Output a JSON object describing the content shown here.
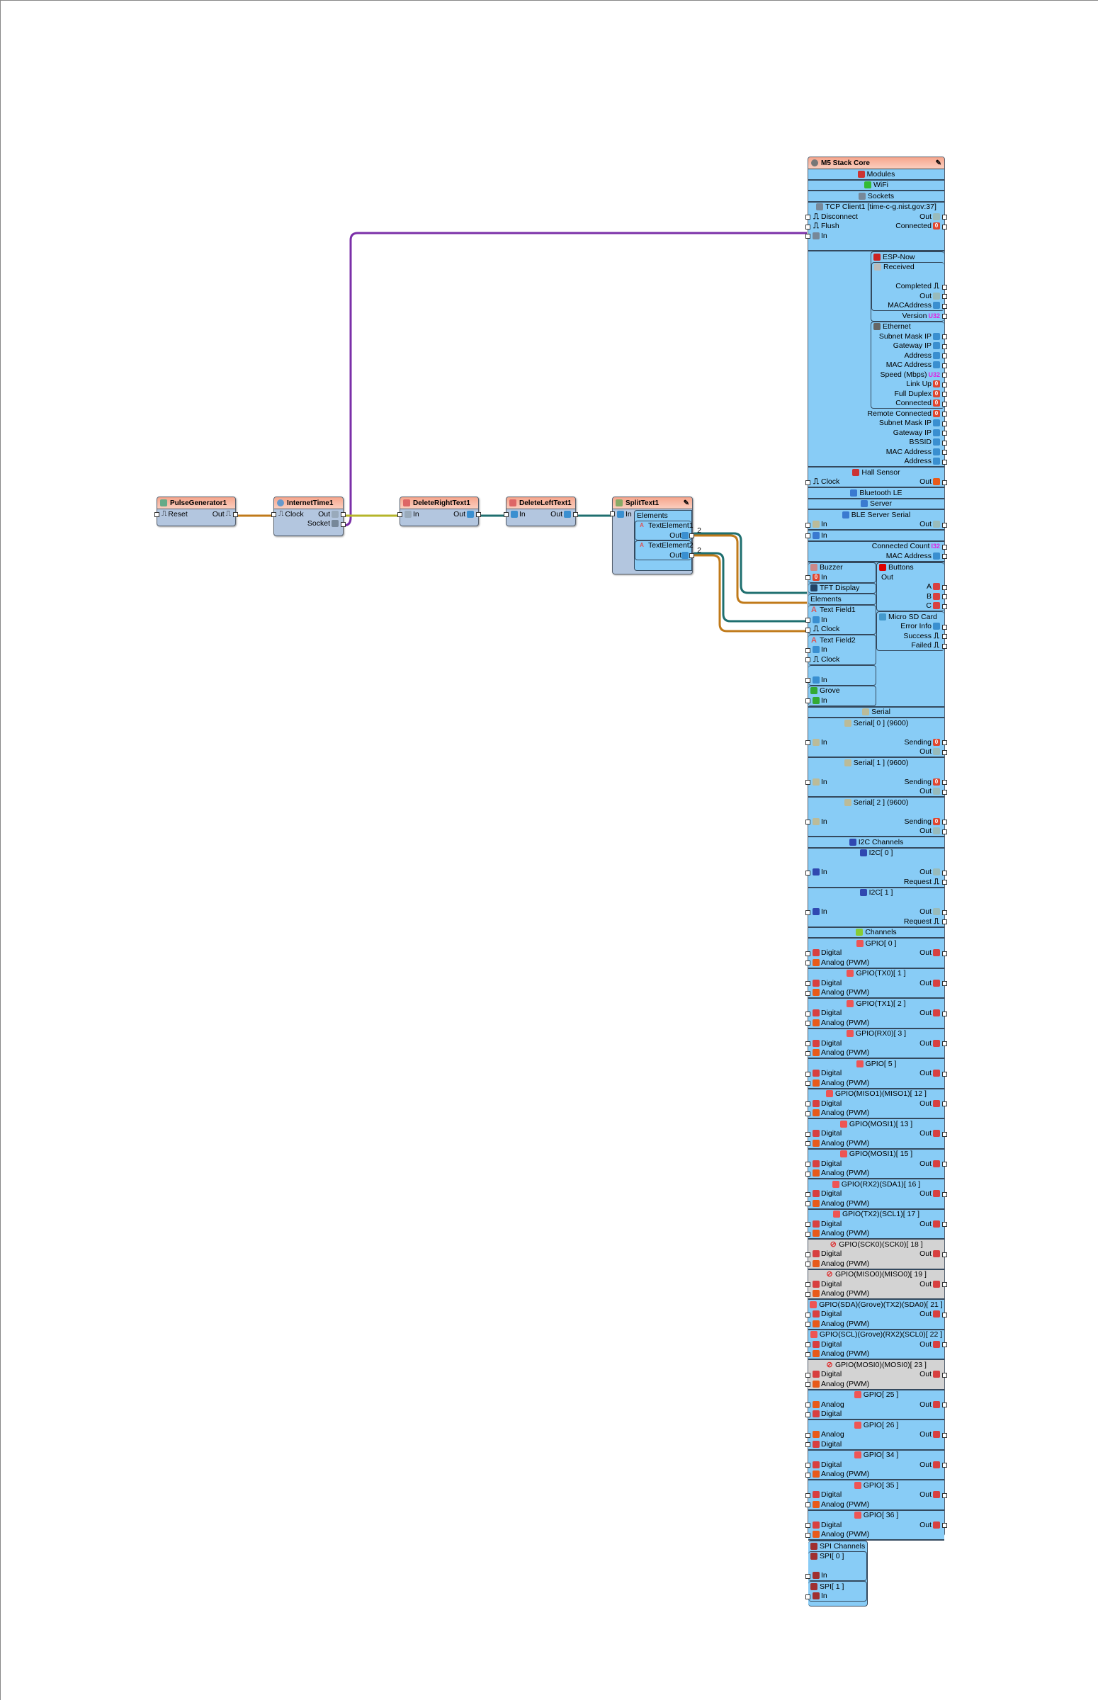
{
  "colors": {
    "header": "#f6a58c",
    "body": "#b3c6df",
    "m5_body": "#88ccf6",
    "wire_purple": "#7b2fa8",
    "wire_orange": "#c07a1a",
    "wire_yellow": "#b5b52a",
    "wire_teal": "#1f6f6f"
  },
  "components": {
    "pulse": {
      "title": "PulseGenerator1",
      "in": "Reset",
      "out": "Out"
    },
    "internet_time": {
      "title": "InternetTime1",
      "in": "Clock",
      "out": "Out",
      "out2": "Socket"
    },
    "delete_right": {
      "title": "DeleteRightText1",
      "in": "In",
      "out": "Out"
    },
    "delete_left": {
      "title": "DeleteLeftText1",
      "in": "In",
      "out": "Out"
    },
    "split": {
      "title": "SplitText1",
      "in": "In",
      "elements": "Elements",
      "e1": "TextElement1",
      "e1_out": "Out",
      "e2": "TextElement2",
      "e2_out": "Out",
      "count1": "2",
      "count2": "2"
    }
  },
  "m5": {
    "title": "M5 Stack Core",
    "sections": [
      {
        "type": "sec",
        "title": "Modules",
        "icon": "modules",
        "rows": []
      },
      {
        "type": "sec",
        "title": "WiFi",
        "icon": "wifi",
        "rows": []
      },
      {
        "type": "sec",
        "title": "Sockets",
        "icon": "socket",
        "rows": []
      },
      {
        "type": "sec",
        "title": "TCP Client1 [time-c-g.nist.gov:37]",
        "icon": "socket",
        "rows": [
          {
            "l": "Disconnect",
            "li": "clock",
            "r": "Out",
            "ri": "binary"
          },
          {
            "l": "Flush",
            "li": "clock",
            "r": "Connected",
            "ri": "bool"
          },
          {
            "l": "In",
            "li": "socket"
          },
          {}
        ]
      },
      {
        "type": "wifi-body",
        "panels": [
          {
            "title": "ESP-Now",
            "icon": "espnow",
            "sub": {
              "title": "Received",
              "rows": [
                {},
                {
                  "r": "Completed",
                  "ri": "clock"
                },
                {
                  "r": "Out",
                  "ri": "binary"
                },
                {
                  "r": "MACAddress",
                  "ri": "text"
                }
              ]
            },
            "rows": [
              {
                "r": "Version",
                "ri": "u32"
              }
            ]
          },
          {
            "title": "Ethernet",
            "icon": "ethernet",
            "rows": [
              {
                "r": "Subnet Mask IP",
                "ri": "text"
              },
              {
                "r": "Gateway IP",
                "ri": "text"
              },
              {
                "r": "Address",
                "ri": "text"
              },
              {
                "r": "MAC Address",
                "ri": "text"
              },
              {
                "r": "Speed (Mbps)",
                "ri": "u32"
              },
              {
                "r": "Link Up",
                "ri": "bool"
              },
              {
                "r": "Full Duplex",
                "ri": "bool"
              },
              {
                "r": "Connected",
                "ri": "bool"
              }
            ]
          }
        ],
        "rows": [
          {
            "r": "Remote Connected",
            "ri": "bool"
          },
          {
            "r": "Subnet Mask IP",
            "ri": "text"
          },
          {
            "r": "Gateway IP",
            "ri": "text"
          },
          {
            "r": "BSSID",
            "ri": "text"
          },
          {
            "r": "MAC Address",
            "ri": "text"
          },
          {
            "r": "Address",
            "ri": "text"
          }
        ]
      },
      {
        "type": "sec",
        "title": "Hall Sensor",
        "icon": "magnet",
        "rows": [
          {
            "l": "Clock",
            "li": "clock",
            "r": "Out",
            "ri": "analog"
          }
        ]
      },
      {
        "type": "sec",
        "title": "Bluetooth LE",
        "icon": "bt",
        "rows": []
      },
      {
        "type": "sec",
        "title": "Server",
        "icon": "bt",
        "rows": []
      },
      {
        "type": "sec",
        "title": "BLE Server Serial",
        "icon": "bt",
        "rows": [
          {
            "l": "In",
            "li": "serial",
            "r": "Out",
            "ri": "binary"
          }
        ]
      },
      {
        "type": "sec",
        "title": "",
        "rows": [
          {
            "l": "In",
            "li": "bt"
          }
        ]
      },
      {
        "type": "sec",
        "title": "",
        "rows": [
          {
            "r": "Connected Count",
            "ri": "i32"
          },
          {
            "r": "MAC Address",
            "ri": "text"
          }
        ]
      },
      {
        "type": "cols",
        "left": [
          {
            "title": "Buzzer",
            "icon": "buzzer",
            "rows": [
              {
                "l": "In",
                "li": "bool"
              }
            ]
          },
          {
            "title": "TFT Display",
            "icon": "tft",
            "rows": []
          },
          {
            "title": "Elements",
            "rows": []
          },
          {
            "title": "Text Field1",
            "icon": "abc",
            "rows": [
              {
                "l": "In",
                "li": "text"
              },
              {
                "l": "Clock",
                "li": "clock"
              }
            ]
          },
          {
            "title": "Text Field2",
            "icon": "abc",
            "rows": [
              {
                "l": "In",
                "li": "text"
              },
              {
                "l": "Clock",
                "li": "clock"
              }
            ]
          },
          {
            "title": "",
            "rows": [
              {},
              {
                "l": "In",
                "li": "text"
              }
            ]
          },
          {
            "title": "Grove",
            "icon": "grove",
            "rows": [
              {
                "l": "In",
                "li": "grove"
              }
            ]
          }
        ],
        "right": [
          {
            "title": "Buttons",
            "icon": "button",
            "rows": [
              {
                "l": "Out"
              },
              {
                "r": "A",
                "ri": "digital"
              },
              {
                "r": "B",
                "ri": "digital"
              },
              {
                "r": "C",
                "ri": "digital"
              }
            ]
          },
          {
            "title": "Micro SD Card",
            "icon": "sd",
            "rows": [
              {
                "r": "Error Info",
                "ri": "text"
              },
              {
                "r": "Success",
                "ri": "clock"
              },
              {
                "r": "Failed",
                "ri": "clock"
              }
            ]
          }
        ]
      },
      {
        "type": "sec",
        "title": "Serial",
        "icon": "serial",
        "rows": []
      },
      {
        "type": "sec",
        "title": "Serial[ 0 ] (9600)",
        "icon": "serial",
        "rows": [
          {},
          {
            "l": "In",
            "li": "serial",
            "r": "Sending",
            "ri": "bool"
          },
          {
            "r": "Out",
            "ri": "binary"
          }
        ]
      },
      {
        "type": "sec",
        "title": "Serial[ 1 ] (9600)",
        "icon": "serial",
        "rows": [
          {},
          {
            "l": "In",
            "li": "serial",
            "r": "Sending",
            "ri": "bool"
          },
          {
            "r": "Out",
            "ri": "binary"
          }
        ]
      },
      {
        "type": "sec",
        "title": "Serial[ 2 ] (9600)",
        "icon": "serial",
        "rows": [
          {},
          {
            "l": "In",
            "li": "serial",
            "r": "Sending",
            "ri": "bool"
          },
          {
            "r": "Out",
            "ri": "binary"
          }
        ]
      },
      {
        "type": "sec",
        "title": "I2C Channels",
        "icon": "i2c",
        "rows": []
      },
      {
        "type": "sec",
        "title": "I2C[ 0 ]",
        "icon": "i2c",
        "rows": [
          {},
          {
            "l": "In",
            "li": "i2c",
            "r": "Out",
            "ri": "binary"
          },
          {
            "r": "Request",
            "ri": "clock"
          }
        ]
      },
      {
        "type": "sec",
        "title": "I2C[ 1 ]",
        "icon": "i2c",
        "rows": [
          {},
          {
            "l": "In",
            "li": "i2c",
            "r": "Out",
            "ri": "binary"
          },
          {
            "r": "Request",
            "ri": "clock"
          }
        ]
      },
      {
        "type": "sec",
        "title": "Channels",
        "icon": "channels",
        "rows": []
      },
      {
        "type": "gpio",
        "title": "GPIO[ 0 ]"
      },
      {
        "type": "gpio",
        "title": "GPIO(TX0)[ 1 ]"
      },
      {
        "type": "gpio",
        "title": "GPIO(TX1)[ 2 ]"
      },
      {
        "type": "gpio",
        "title": "GPIO(RX0)[ 3 ]"
      },
      {
        "type": "gpio",
        "title": "GPIO[ 5 ]"
      },
      {
        "type": "gpio",
        "title": "GPIO(MISO1)(MISO1)[ 12 ]"
      },
      {
        "type": "gpio",
        "title": "GPIO(MOSI1)[ 13 ]"
      },
      {
        "type": "gpio",
        "title": "GPIO(MOSI1)[ 15 ]"
      },
      {
        "type": "gpio",
        "title": "GPIO(RX2)(SDA1)[ 16 ]"
      },
      {
        "type": "gpio",
        "title": "GPIO(TX2)(SCL1)[ 17 ]"
      },
      {
        "type": "gpio",
        "title": "GPIO(SCK0)(SCK0)[ 18 ]",
        "disabled": true
      },
      {
        "type": "gpio",
        "title": "GPIO(MISO0)(MISO0)[ 19 ]",
        "disabled": true
      },
      {
        "type": "gpio",
        "title": "GPIO(SDA)(Grove)(TX2)(SDA0)[ 21 ]"
      },
      {
        "type": "gpio",
        "title": "GPIO(SCL)(Grove)(RX2)(SCL0)[ 22 ]"
      },
      {
        "type": "gpio",
        "title": "GPIO(MOSI0)(MOSI0)[ 23 ]",
        "disabled": true
      },
      {
        "type": "gpio",
        "title": "GPIO[ 25 ]",
        "analog_first": true
      },
      {
        "type": "gpio",
        "title": "GPIO[ 26 ]",
        "analog_first": true
      },
      {
        "type": "gpio",
        "title": "GPIO[ 34 ]"
      },
      {
        "type": "gpio",
        "title": "GPIO[ 35 ]"
      },
      {
        "type": "gpio",
        "title": "GPIO[ 36 ]"
      },
      {
        "type": "spi",
        "title": "SPI Channels",
        "items": [
          {
            "title": "SPI[ 0 ]",
            "rows": [
              {},
              {
                "l": "In",
                "li": "spi"
              }
            ]
          },
          {
            "title": "SPI[ 1 ]",
            "rows": [
              {
                "l": "In",
                "li": "spi"
              }
            ]
          }
        ]
      }
    ],
    "gpio_labels": {
      "digital": "Digital",
      "analog_pwm": "Analog (PWM)",
      "analog": "Analog",
      "out": "Out"
    }
  }
}
